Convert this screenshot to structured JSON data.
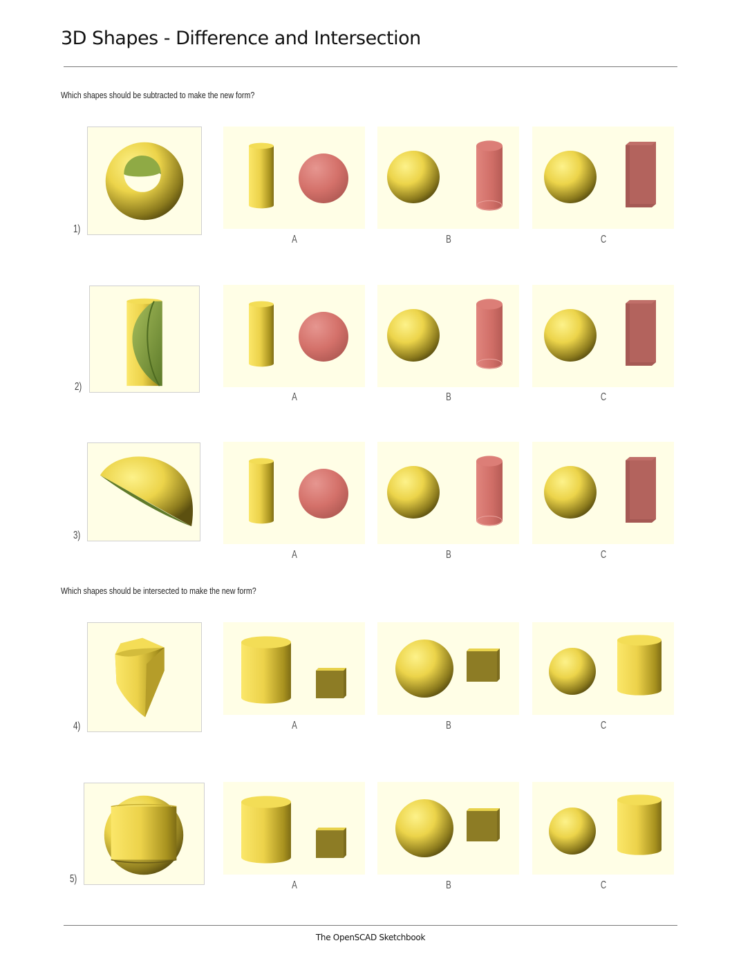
{
  "page": {
    "title": "3D Shapes - Difference and Intersection",
    "footer": "The OpenSCAD Sketchbook"
  },
  "sections": [
    {
      "prompt": "Which shapes should be subtracted to make the new form?"
    },
    {
      "prompt": "Which shapes should be intersected to make the new form?"
    }
  ],
  "questions": [
    {
      "number": "1)",
      "form": "sphere-with-cylindrical-hole",
      "options": [
        {
          "label": "A",
          "shapes": [
            "yellow-cylinder",
            "red-sphere"
          ]
        },
        {
          "label": "B",
          "shapes": [
            "yellow-sphere",
            "red-cylinder"
          ]
        },
        {
          "label": "C",
          "shapes": [
            "yellow-sphere",
            "red-box"
          ]
        }
      ]
    },
    {
      "number": "2)",
      "form": "cylinder-with-spherical-cut",
      "options": [
        {
          "label": "A",
          "shapes": [
            "yellow-cylinder",
            "red-sphere"
          ]
        },
        {
          "label": "B",
          "shapes": [
            "yellow-sphere",
            "red-cylinder"
          ]
        },
        {
          "label": "C",
          "shapes": [
            "yellow-sphere",
            "red-box"
          ]
        }
      ]
    },
    {
      "number": "3)",
      "form": "hemisphere-shell",
      "options": [
        {
          "label": "A",
          "shapes": [
            "yellow-cylinder",
            "red-sphere"
          ]
        },
        {
          "label": "B",
          "shapes": [
            "yellow-sphere",
            "red-cylinder"
          ]
        },
        {
          "label": "C",
          "shapes": [
            "yellow-sphere",
            "red-box"
          ]
        }
      ]
    },
    {
      "number": "4)",
      "form": "cylinder-cube-wedge",
      "options": [
        {
          "label": "A",
          "shapes": [
            "yellow-cylinder",
            "yellow-cube"
          ]
        },
        {
          "label": "B",
          "shapes": [
            "yellow-sphere",
            "yellow-cube"
          ]
        },
        {
          "label": "C",
          "shapes": [
            "yellow-sphere",
            "yellow-cylinder"
          ]
        }
      ]
    },
    {
      "number": "5)",
      "form": "sphere-cylinder-intersection",
      "options": [
        {
          "label": "A",
          "shapes": [
            "yellow-cylinder",
            "yellow-cube"
          ]
        },
        {
          "label": "B",
          "shapes": [
            "yellow-sphere",
            "yellow-cube"
          ]
        },
        {
          "label": "C",
          "shapes": [
            "yellow-sphere",
            "yellow-cylinder"
          ]
        }
      ]
    }
  ],
  "colors": {
    "background": "#fffee6",
    "yellow": "#f2dc55",
    "yellow_dark": "#8a7a20",
    "red": "#d9776f",
    "red_dark": "#a85a55",
    "inner_green": "#7d9a3d"
  }
}
